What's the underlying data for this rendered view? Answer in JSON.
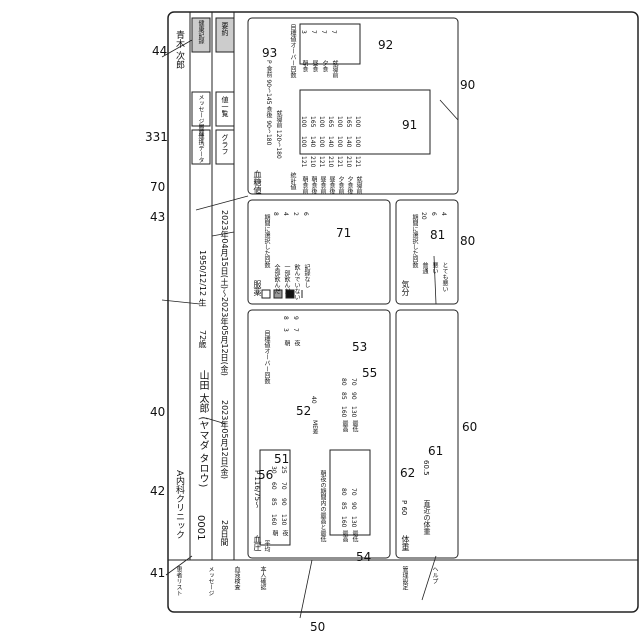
{
  "figure_refs": {
    "r40": "40",
    "r41": "41",
    "r42": "42",
    "r43": "43",
    "r44": "44",
    "r50": "50",
    "r51": "51",
    "r52": "52",
    "r53": "53",
    "r54": "54",
    "r55": "55",
    "r56": "56",
    "r60": "60",
    "r61": "61",
    "r62": "62",
    "r70": "70",
    "r71": "71",
    "r80": "80",
    "r81": "81",
    "r90": "90",
    "r91": "91",
    "r92": "92",
    "r93": "93",
    "r331": "331"
  },
  "app": {
    "clinic_name": "A内科クリニック",
    "user_name": "青木 次郎"
  },
  "sidebar": {
    "items": [
      {
        "label": "患者リスト",
        "icon": "list-icon"
      },
      {
        "label": "メッセージ",
        "icon": "mail-icon"
      },
      {
        "label": "血液検査",
        "icon": "flask-icon"
      },
      {
        "label": "本人確認",
        "icon": "id-card-icon"
      },
      {
        "label": "管理設定",
        "icon": "gear-icon"
      },
      {
        "label": "ヘルプ",
        "icon": "help-icon"
      }
    ]
  },
  "patient": {
    "id": "0001",
    "name": "山田 太郎 (ヤマダ タロウ)",
    "age": "72歳",
    "birth": "1950/12/12 生"
  },
  "period": {
    "select": "28日間",
    "end_date": "2023年05月12日(金)",
    "range": "2023年04月15日(土)〜2023年05月12日(金)"
  },
  "tabs": {
    "link_data": "連携データ",
    "message_history": "メッセージ履歴",
    "health_record": "健康記録",
    "graph": "グラフ",
    "list": "値一覧",
    "summary": "要約"
  },
  "bp": {
    "title": "血圧",
    "target": "P 116/75〜",
    "avg_label": "平均",
    "headers": [
      "",
      "収",
      "拡",
      "脈拍",
      "測定回数"
    ],
    "rows": [
      [
        "朝",
        "160",
        "85",
        "60",
        "30"
      ],
      [
        "夜",
        "130",
        "90",
        "70",
        "25"
      ]
    ],
    "over_label": "目標値オーバー回数",
    "over_headers": [
      "",
      "収",
      "拡"
    ],
    "over_rows": [
      [
        "朝",
        "3",
        "8"
      ],
      [
        "夜",
        "7",
        "9"
      ]
    ],
    "me_label": "ME差",
    "me_value": "40",
    "minmax_label": "朝夜の期間内の最高と最低",
    "mm_headers": [
      "朝",
      "収",
      "拡",
      "脈拍"
    ],
    "mm_rows": [
      [
        "最高",
        "160",
        "85",
        "80"
      ],
      [
        "最低",
        "130",
        "90",
        "70"
      ]
    ],
    "mm2_headers": [
      "夜",
      "収",
      "拡",
      "脈拍"
    ],
    "mm2_rows": [
      [
        "最高",
        "160",
        "85",
        "80"
      ],
      [
        "最低",
        "130",
        "90",
        "70"
      ]
    ]
  },
  "medication": {
    "title": "服薬",
    "count_label": "期間に選択した回数",
    "rows": [
      [
        "全部飲んだ",
        "8"
      ],
      [
        "一部飲んだ",
        "4"
      ],
      [
        "飲んでいない",
        "2"
      ],
      [
        "記録なし",
        "6"
      ]
    ]
  },
  "mood": {
    "title": "気分",
    "count_label": "期間に選択した回数",
    "rows": [
      [
        "普通",
        "20"
      ],
      [
        "悪い",
        "6"
      ],
      [
        "とても悪い",
        "4"
      ]
    ]
  },
  "weight": {
    "title": "体重",
    "target": "P 60",
    "recent_label": "直近の体重",
    "recent_value": "60.5"
  },
  "glucose": {
    "title": "血糖値",
    "target_line1": "P 食前 90〜145  食後 90〜180",
    "target_line2": "就寝前 120〜180",
    "stats_label": "統計値",
    "headers": [
      "",
      "最高",
      "最低",
      "平均"
    ],
    "rows": [
      [
        "朝食前",
        "121",
        "100",
        "100"
      ],
      [
        "朝食後",
        "210",
        "140",
        "165"
      ],
      [
        "昼食前",
        "121",
        "100",
        "100"
      ],
      [
        "昼食後",
        "210",
        "140",
        "165"
      ],
      [
        "夕食前",
        "121",
        "100",
        "100"
      ],
      [
        "夕食後",
        "210",
        "140",
        "165"
      ],
      [
        "就寝前",
        "121",
        "100",
        "100"
      ]
    ],
    "over_label": "目標値オーバー回数",
    "over_rows": [
      [
        "朝食",
        "3"
      ],
      [
        "昼食",
        "7"
      ],
      [
        "夕食",
        "7"
      ],
      [
        "就寝前",
        "7"
      ]
    ]
  }
}
